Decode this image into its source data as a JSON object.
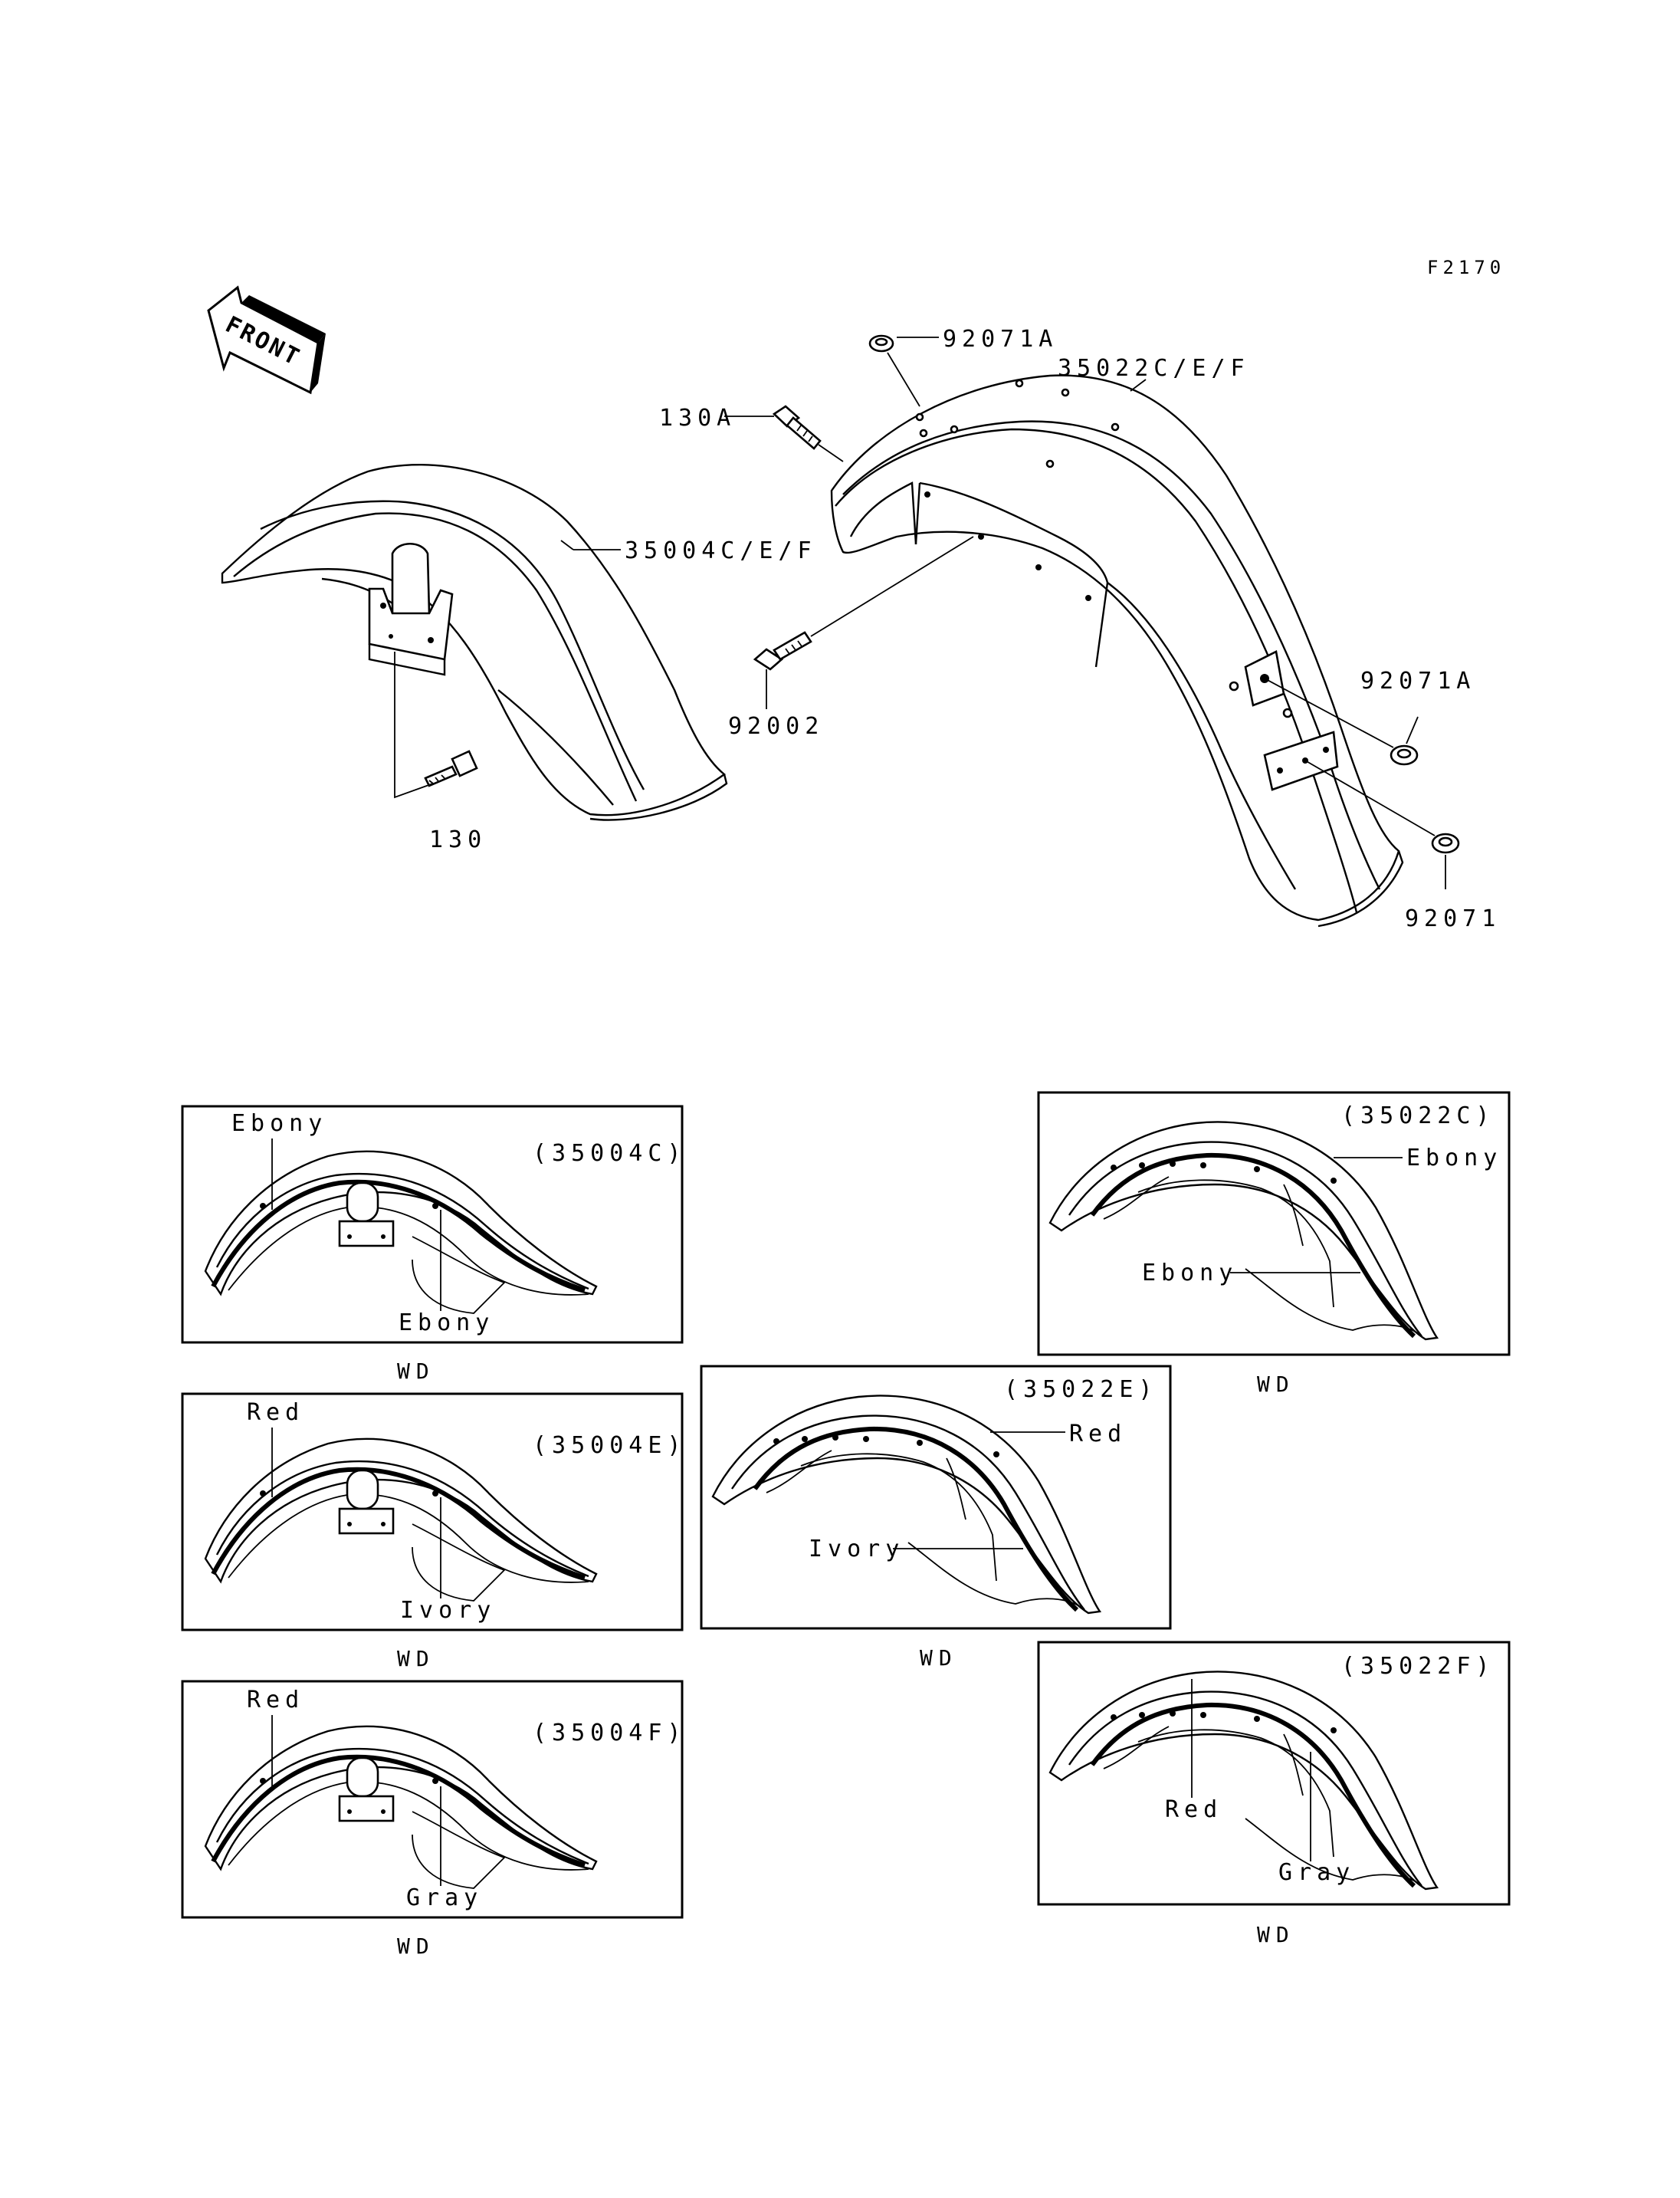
{
  "figure_id": "F2170",
  "front_label": "FRONT",
  "callouts": {
    "front_fender": "35004C/E/F",
    "rear_fender": "35022C/E/F",
    "bolt_front": "130",
    "bolt_rear": "130A",
    "bolt_92002": "92002",
    "nut_top": "92071A",
    "nut_right": "92071A",
    "nut_bottom": "92071"
  },
  "variants": [
    {
      "code": "(35004C)",
      "label_top": "Ebony",
      "label_bottom": "Ebony",
      "footer": "WD"
    },
    {
      "code": "(35004E)",
      "label_top": "Red",
      "label_bottom": "Ivory",
      "footer": "WD"
    },
    {
      "code": "(35004F)",
      "label_top": "Red",
      "label_bottom": "Gray",
      "footer": "WD"
    },
    {
      "code": "(35022C)",
      "label_a": "Ebony",
      "label_b": "Ebony",
      "footer": "WD"
    },
    {
      "code": "(35022E)",
      "label_a": "Red",
      "label_b": "Ivory",
      "footer": "WD"
    },
    {
      "code": "(35022F)",
      "label_a": "Red",
      "label_b": "Gray",
      "footer": "WD"
    }
  ]
}
